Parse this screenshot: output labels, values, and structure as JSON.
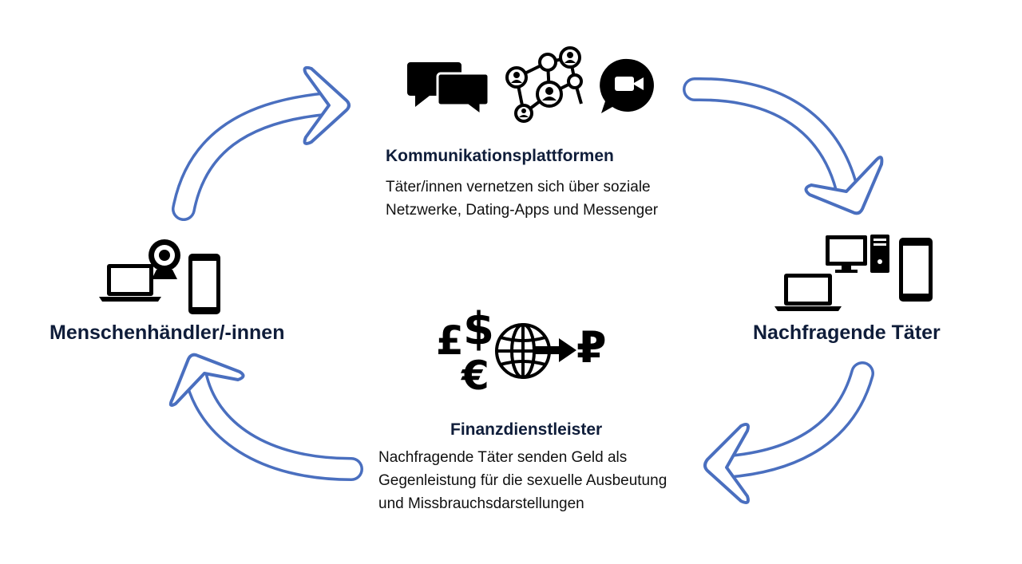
{
  "nodes": {
    "communication": {
      "title": "Kommunikationsplattformen",
      "desc_line1": "Täter/innen vernetzen sich über soziale",
      "desc_line2": "Netzwerke, Dating-Apps und Messenger",
      "icons": [
        "chat-bubbles-icon",
        "network-icon",
        "video-chat-icon"
      ]
    },
    "offenders": {
      "title": "Nachfragende Täter",
      "icons": [
        "desktop-computer-icon",
        "laptop-icon",
        "smartphone-icon"
      ]
    },
    "finance": {
      "title": "Finanzdienstleister",
      "desc_line1": "Nachfragende Täter senden Geld als",
      "desc_line2": "Gegenleistung für die sexuelle Ausbeutung",
      "desc_line3": "und Missbrauchsdarstellungen",
      "icons": [
        "pound-icon",
        "dollar-icon",
        "euro-icon",
        "globe-icon",
        "arrow-icon",
        "ruble-icon"
      ],
      "symbols": {
        "pound": "£",
        "dollar": "$",
        "euro": "€",
        "ruble": "₽"
      }
    },
    "traffickers": {
      "title": "Menschenhändler/-innen",
      "icons": [
        "laptop-icon",
        "webcam-icon",
        "smartphone-icon"
      ]
    }
  },
  "colors": {
    "arrow": "#4a6fbf",
    "text": "#0f1d3a"
  }
}
